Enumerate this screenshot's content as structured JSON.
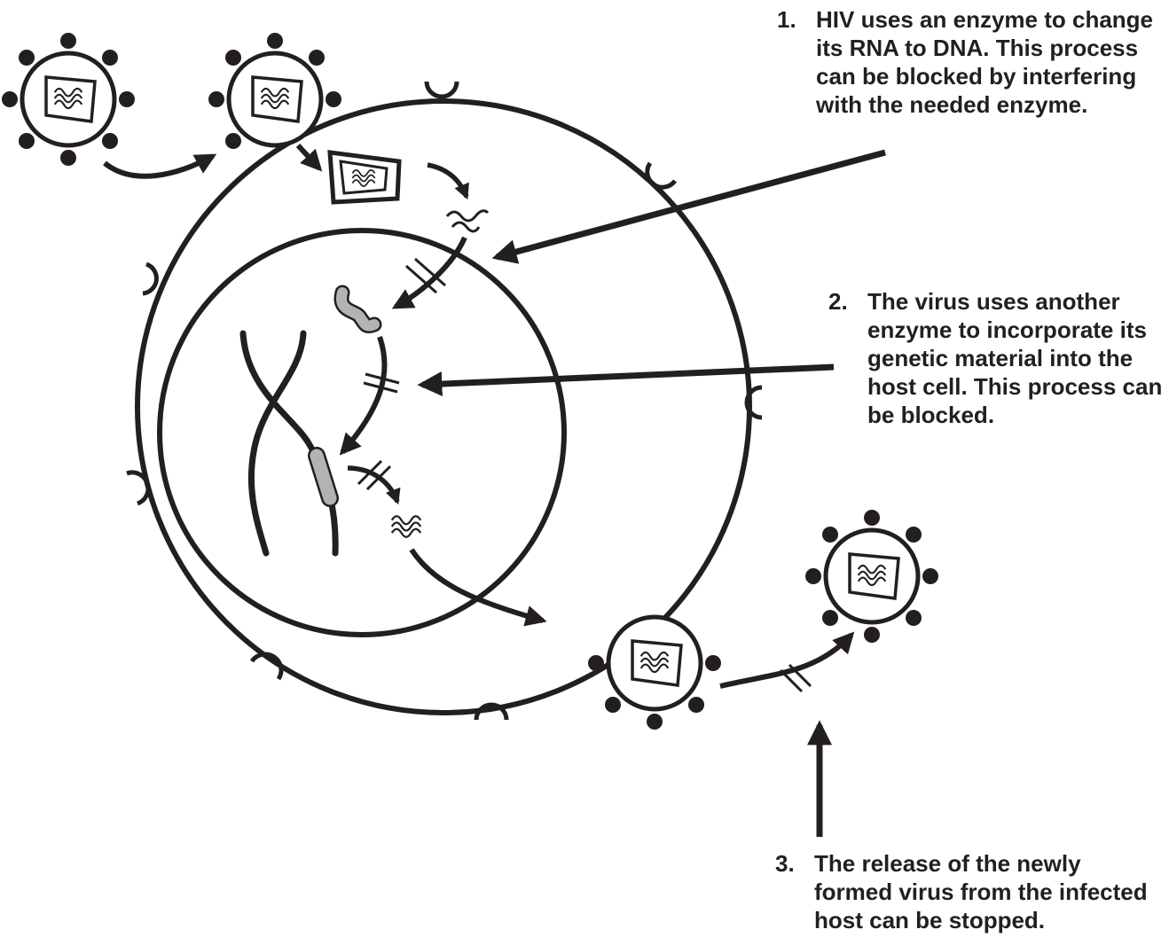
{
  "steps": [
    {
      "number": "1.",
      "lines": [
        "HIV uses an enzyme to change",
        "its RNA to DNA. This process",
        "can be blocked by interfering",
        "with the needed enzyme."
      ]
    },
    {
      "number": "2.",
      "lines": [
        "The virus uses another",
        "enzyme to incorporate its",
        "genetic material into the",
        "host cell. This process can",
        "be blocked."
      ]
    },
    {
      "number": "3.",
      "lines": [
        "The release of the newly",
        "formed virus from the infected",
        "host can be stopped."
      ]
    }
  ],
  "colors": {
    "ink": "#231f20",
    "dna_highlight": "#b3b3b3",
    "background": "#ffffff"
  },
  "icons": [
    "virus-particle-icon",
    "viral-capsid-icon",
    "rna-strand-icon",
    "dna-double-helix-icon",
    "integrated-viral-dna-icon",
    "cell-receptor-icon",
    "block-mark-icon"
  ]
}
